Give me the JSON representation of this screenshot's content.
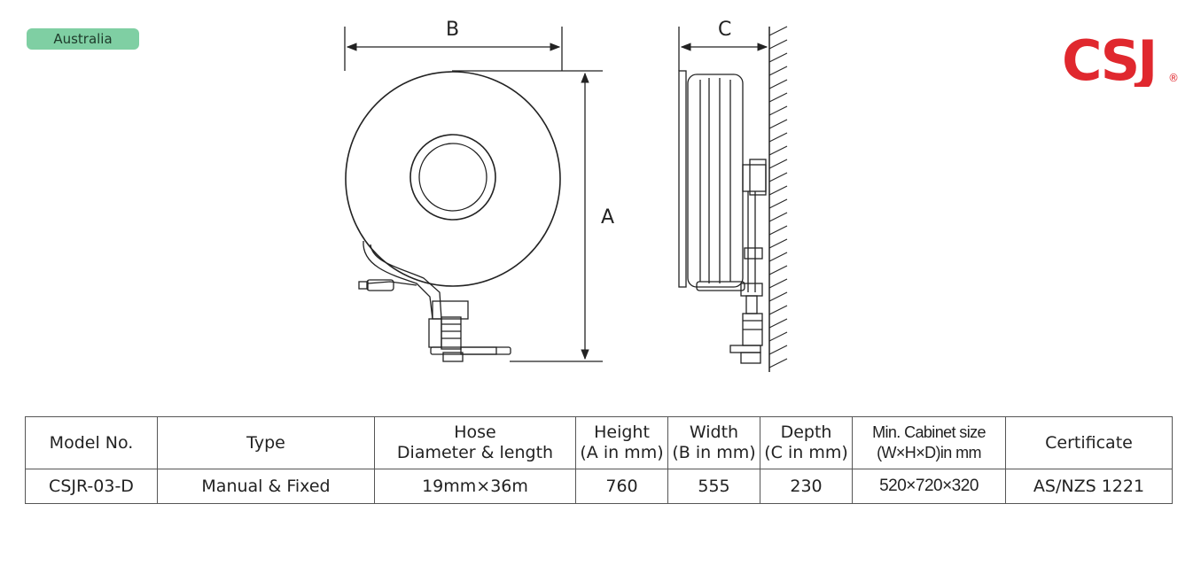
{
  "region": "Australia",
  "brand": {
    "name": "CSJ",
    "mark": "®",
    "color": "#e0282e"
  },
  "dimension_labels": {
    "width": "B",
    "height": "A",
    "depth": "C"
  },
  "table": {
    "headers": [
      [
        "Model No."
      ],
      [
        "Type"
      ],
      [
        "Hose",
        "Diameter & length"
      ],
      [
        "Height",
        "(A in mm)"
      ],
      [
        "Width",
        "(B in mm)"
      ],
      [
        "Depth",
        "(C in mm)"
      ],
      [
        "Min. Cabinet size",
        "(W×H×D)in mm"
      ],
      [
        "Certificate"
      ]
    ],
    "rows": [
      [
        "CSJR-03-D",
        "Manual & Fixed",
        "19mm×36m",
        "760",
        "555",
        "230",
        "520×720×320",
        "AS/NZS 1221"
      ]
    ]
  }
}
